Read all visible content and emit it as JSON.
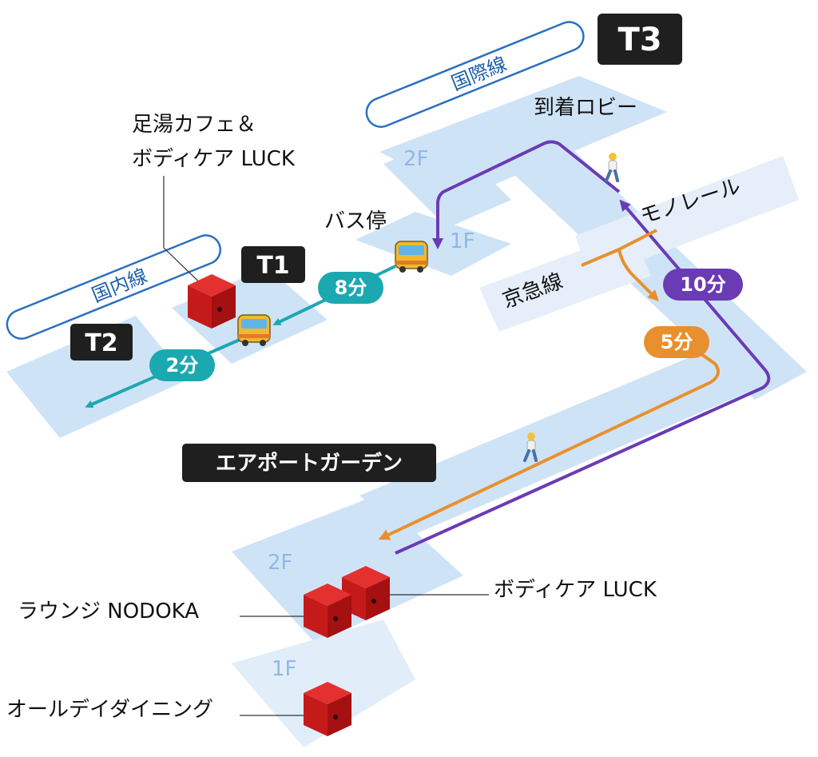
{
  "terminals": {
    "t1": "T1",
    "t2": "T2",
    "t3": "T3"
  },
  "terminal_lines": {
    "domestic": "国内線",
    "international": "国際線"
  },
  "floors": {
    "t3_2f": "2F",
    "t3_1f": "1F",
    "garden_2f": "2F",
    "garden_1f": "1F"
  },
  "places": {
    "arrival_lobby": "到着ロビー",
    "bus_stop": "バス停",
    "foot_spa_line1": "足湯カフェ＆",
    "foot_spa_line2": "ボディケア LUCK",
    "airport_garden": "エアポートガーデン",
    "body_care": "ボディケア LUCK",
    "lounge": "ラウンジ NODOKA",
    "all_day_dining": "オールデイダイニング"
  },
  "transit": {
    "monorail": "モノレール",
    "keikyu": "京急線"
  },
  "route_times": {
    "bus_t3_t1": "8分",
    "bus_t1_t2": "2分",
    "walk_monorail": "10分",
    "walk_keikyu": "5分"
  },
  "colors": {
    "area": "#cfe3f7",
    "bus_route": "#1ca8b0",
    "walk_route_purple": "#6a3bb5",
    "walk_route_orange": "#e8902e",
    "dark_label": "#1f1f1f",
    "shop_red": "#d42020",
    "line_name_border": "#2a6fbf"
  },
  "icons": {
    "bus": "bus-icon",
    "walker": "walking-person-icon",
    "shop": "shop-cube-icon"
  }
}
